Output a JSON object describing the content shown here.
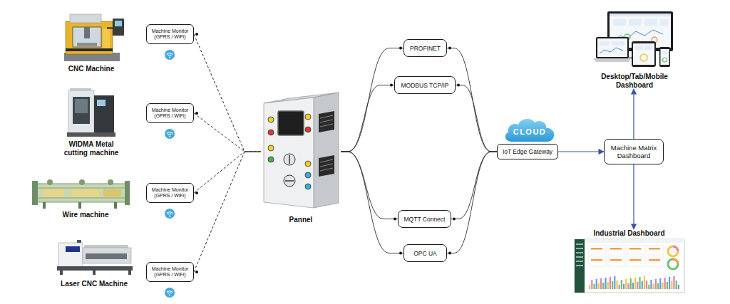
{
  "diagram": {
    "nodes": [
      {
        "text": [
          "Machine Monitor (GPRS / WiFi)"
        ]
      },
      {
        "text": [
          "Machine Monitor (GPRS / WiFi)"
        ]
      },
      {
        "text": [
          "Machine Monitor (GPRS / WiFi)"
        ]
      },
      {
        "text": [
          "Machine Monitor (GPRS / WiFi)"
        ]
      },
      {
        "text": [
          "Pannel"
        ]
      },
      {
        "text": [
          "PROFINET"
        ]
      },
      {
        "text": [
          "MODBUS TCP/IP"
        ]
      },
      {
        "text": [
          "MQTT Connect"
        ]
      },
      {
        "text": [
          "OPC UA"
        ]
      },
      {
        "text": [
          "CLOUD"
        ]
      },
      {
        "text": [
          "IoT Edge Gateway"
        ]
      },
      {
        "text": [
          "Machine Matrix Dashboard"
        ]
      },
      {
        "text": [
          "Desktop/Tab/Mobile Dashboard"
        ]
      },
      {
        "text": [
          "Industrial Dashboard"
        ]
      }
    ],
    "edges": [
      {
        "from": 0,
        "to": 4,
        "arrow": "none"
      },
      {
        "from": 1,
        "to": 4,
        "arrow": "none"
      },
      {
        "from": 2,
        "to": 4,
        "arrow": "none"
      },
      {
        "from": 3,
        "to": 4,
        "arrow": "none"
      },
      {
        "from": 4,
        "to": 5,
        "arrow": "none"
      },
      {
        "from": 4,
        "to": 6,
        "arrow": "none"
      },
      {
        "from": 4,
        "to": 7,
        "arrow": "none"
      },
      {
        "from": 4,
        "to": 8,
        "arrow": "none"
      },
      {
        "from": 5,
        "to": 10,
        "arrow": "none"
      },
      {
        "from": 6,
        "to": 10,
        "arrow": "none"
      },
      {
        "from": 7,
        "to": 10,
        "arrow": "none"
      },
      {
        "from": 8,
        "to": 10,
        "arrow": "none"
      },
      {
        "from": 10,
        "to": 11,
        "arrow": "to"
      },
      {
        "from": 11,
        "to": 12,
        "arrow": "to"
      },
      {
        "from": 11,
        "to": 13,
        "arrow": "to"
      }
    ],
    "labels": [
      "CNC Machine",
      "WIDMA Metal cutting machine",
      "Wire machine",
      "Laser CNC Machine"
    ]
  }
}
